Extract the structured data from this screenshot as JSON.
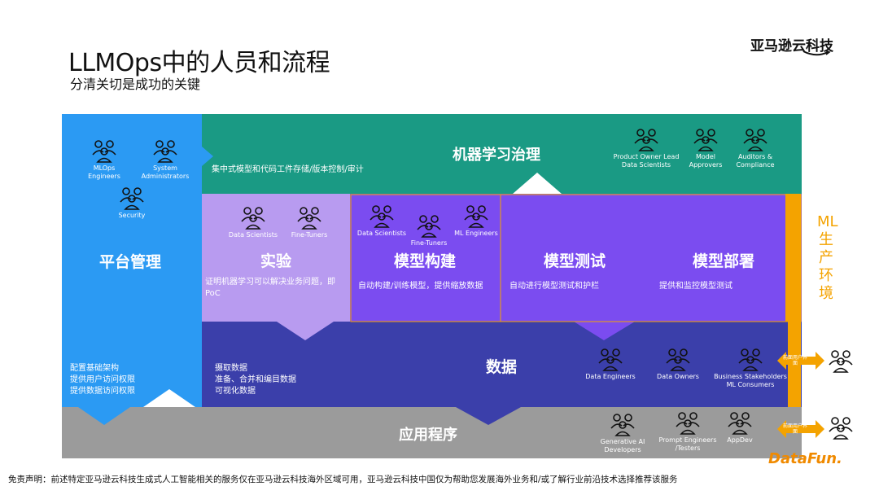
{
  "header": {
    "title": "LLMOps中的人员和流程",
    "subtitle": "分清关切是成功的关键",
    "brand": "亚马逊云科技"
  },
  "platform": {
    "title": "平台管理",
    "roles": [
      "MLOps Engineers",
      "System Administrators",
      "Security"
    ],
    "desc": [
      "配置基础架构",
      "提供用户访问权限",
      "提供数据访问权限"
    ]
  },
  "governance": {
    "title": "机器学习治理",
    "desc": "集中式模型和代码工件存储/版本控制/审计",
    "roles": [
      "Product Owner Lead Data Scientists",
      "Model Approvers",
      "Auditors & Compliance"
    ]
  },
  "experiment": {
    "title": "实验",
    "roles": [
      "Data Scientists",
      "Fine-Tuners"
    ],
    "desc": "证明机器学习可以解决业务问题，即PoC"
  },
  "model_build": {
    "title": "模型构建",
    "roles": [
      "Data Scientists",
      "Fine-Tuners",
      "ML Engineers"
    ],
    "desc": "自动构建/训练模型，提供缩放数据"
  },
  "model_test": {
    "title": "模型测试",
    "desc": "自动进行模型测试和护栏"
  },
  "model_deploy": {
    "title": "模型部署",
    "desc": "提供和监控模型测试"
  },
  "data": {
    "title": "数据",
    "desc": [
      "摄取数据",
      "准备、合并和编目数据",
      "可视化数据"
    ],
    "roles": [
      "Data Engineers",
      "Data Owners",
      "Business Stakeholders ML Consumers"
    ]
  },
  "apps": {
    "title": "应用程序",
    "roles": [
      "Generative AI Developers",
      "Prompt Engineers /Testers",
      "AppDev"
    ]
  },
  "production": {
    "label": "ML 生产环境",
    "arrow_label": "前面用户界面"
  },
  "footer": {
    "disclaimer": "免责声明：前述特定亚马逊云科技生成式人工智能相关的服务仅在亚马逊云科技海外区域可用，亚马逊云科技中国仅为帮助您发展海外业务和/或了解行业前沿技术选择推荐该服务",
    "watermark": "DataFun."
  },
  "colors": {
    "platform": "#2b9af3",
    "governance": "#1a9a84",
    "experiment": "#b89bf0",
    "model": "#7b4cf0",
    "data": "#3b3faa",
    "apps": "#9b9b9b",
    "production": "#f4a300"
  }
}
